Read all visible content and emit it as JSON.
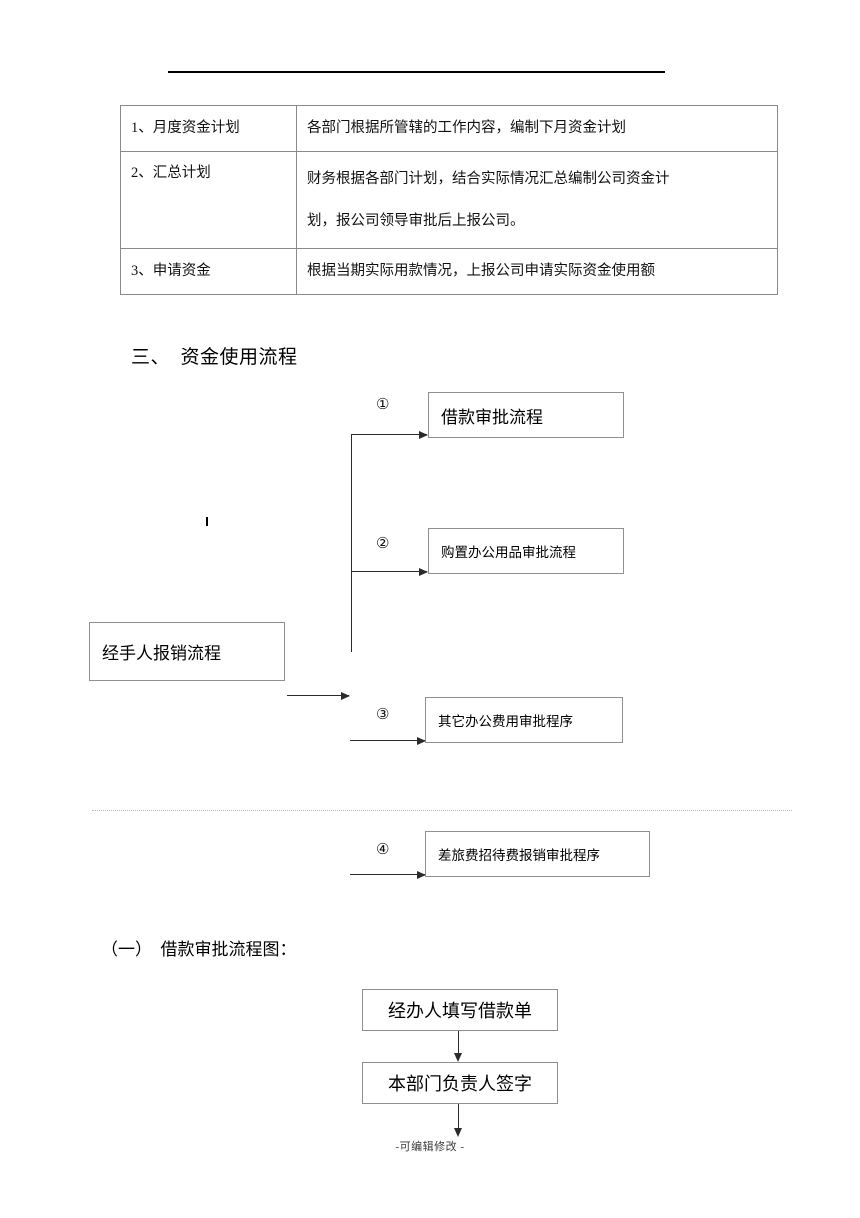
{
  "document": {
    "footer_note": "-可编辑修改 -"
  },
  "plan_table": {
    "rows": [
      {
        "label": "1、月度资金计划",
        "description": "各部门根据所管辖的工作内容，编制下月资金计划"
      },
      {
        "label": "2、汇总计划",
        "description_line1": "财务根据各部门计划，结合实际情况汇总编制公司资金计",
        "description_line2": "划，报公司领导审批后上报公司。"
      },
      {
        "label": "3、申请资金",
        "description": "根据当期实际用款情况，上报公司申请实际资金使用额"
      }
    ]
  },
  "section_three": {
    "heading": "三、  资金使用流程",
    "origin_box": "经手人报销流程",
    "branches": [
      {
        "marker": "①",
        "label": "借款审批流程"
      },
      {
        "marker": "②",
        "label": "购置办公用品审批流程"
      },
      {
        "marker": "③",
        "label": "其它办公费用审批程序"
      },
      {
        "marker": "④",
        "label": "差旅费招待费报销审批程序"
      }
    ]
  },
  "subsection_one": {
    "heading": "（一）  借款审批流程图：",
    "steps": [
      {
        "label": "经办人填写借款单"
      },
      {
        "label": "本部门负责人签字"
      }
    ]
  }
}
